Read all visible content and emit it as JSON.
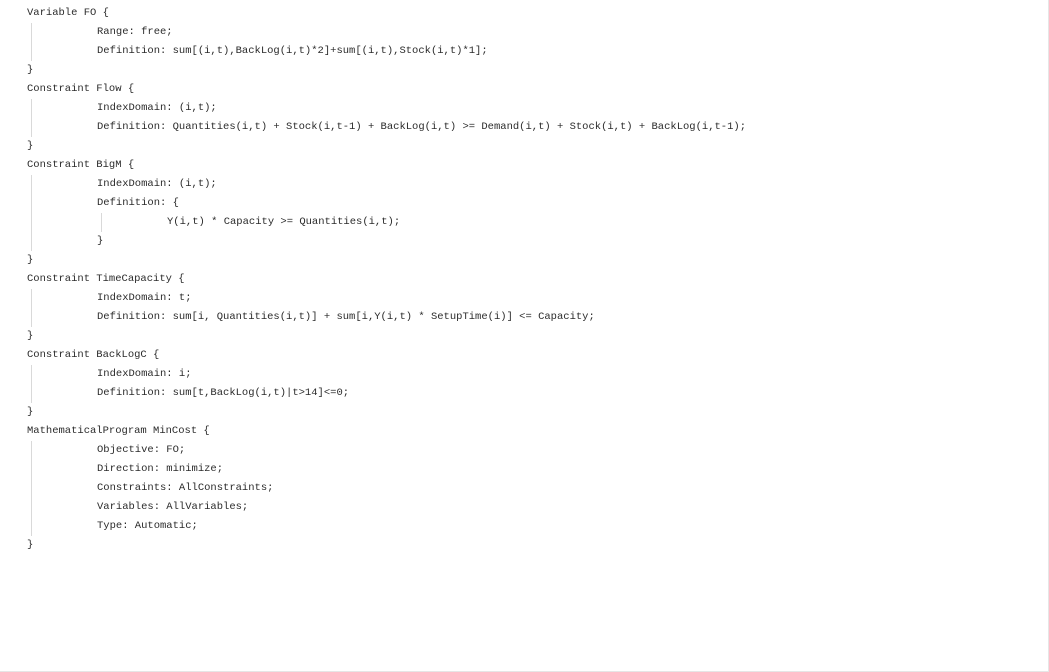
{
  "lines": [
    {
      "depth": 0,
      "text": "Variable FO {"
    },
    {
      "depth": 1,
      "text": "Range: free;"
    },
    {
      "depth": 1,
      "text": "Definition: sum[(i,t),BackLog(i,t)*2]+sum[(i,t),Stock(i,t)*1];"
    },
    {
      "depth": 0,
      "text": "}"
    },
    {
      "depth": 0,
      "text": "Constraint Flow {"
    },
    {
      "depth": 1,
      "text": "IndexDomain: (i,t);"
    },
    {
      "depth": 1,
      "text": "Definition: Quantities(i,t) + Stock(i,t-1) + BackLog(i,t) >= Demand(i,t) + Stock(i,t) + BackLog(i,t-1);"
    },
    {
      "depth": 0,
      "text": "}"
    },
    {
      "depth": 0,
      "text": "Constraint BigM {"
    },
    {
      "depth": 1,
      "text": "IndexDomain: (i,t);"
    },
    {
      "depth": 1,
      "text": "Definition: {"
    },
    {
      "depth": 2,
      "text": "Y(i,t) * Capacity >= Quantities(i,t);"
    },
    {
      "depth": 1,
      "text": "}"
    },
    {
      "depth": 0,
      "text": "}"
    },
    {
      "depth": 0,
      "text": "Constraint TimeCapacity {"
    },
    {
      "depth": 1,
      "text": "IndexDomain: t;"
    },
    {
      "depth": 1,
      "text": "Definition: sum[i, Quantities(i,t)] + sum[i,Y(i,t) * SetupTime(i)] <= Capacity;"
    },
    {
      "depth": 0,
      "text": "}"
    },
    {
      "depth": 0,
      "text": "Constraint BackLogC {"
    },
    {
      "depth": 1,
      "text": "IndexDomain: i;"
    },
    {
      "depth": 1,
      "text": "Definition: sum[t,BackLog(i,t)|t>14]<=0;"
    },
    {
      "depth": 0,
      "text": "}"
    },
    {
      "depth": 0,
      "text": "MathematicalProgram MinCost {"
    },
    {
      "depth": 1,
      "text": "Objective: FO;"
    },
    {
      "depth": 1,
      "text": "Direction: minimize;"
    },
    {
      "depth": 1,
      "text": "Constraints: AllConstraints;"
    },
    {
      "depth": 1,
      "text": "Variables: AllVariables;"
    },
    {
      "depth": 1,
      "text": "Type: Automatic;"
    },
    {
      "depth": 0,
      "text": "}"
    }
  ]
}
